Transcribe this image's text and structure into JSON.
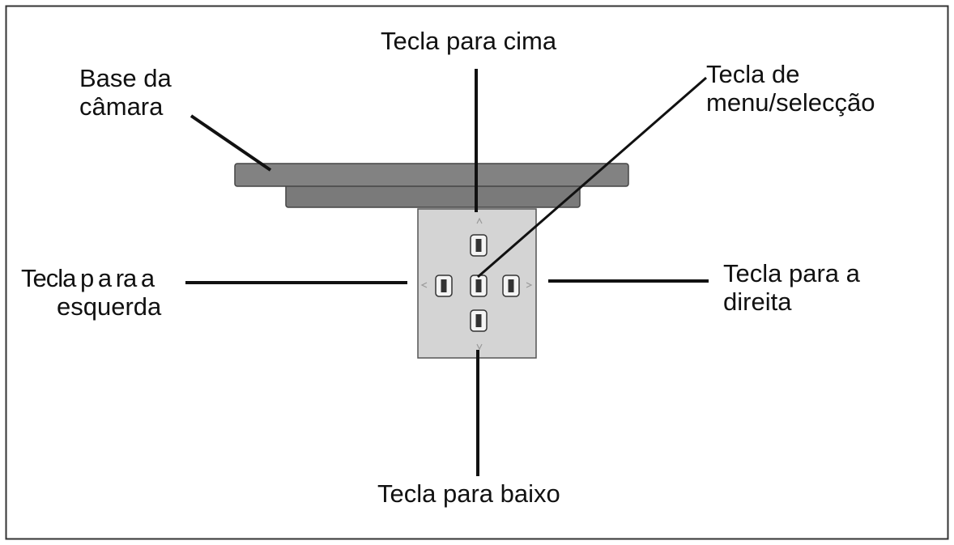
{
  "labels": {
    "camera_base": [
      "Base da",
      "câmara"
    ],
    "key_up": "Tecla para cima",
    "key_menu": [
      "Tecla de",
      "menu/selecção"
    ],
    "key_left": [
      "Tecla p a ra a",
      "esquerda"
    ],
    "key_right": [
      "Tecla para a",
      "direita"
    ],
    "key_down": "Tecla para baixo"
  },
  "colors": {
    "frame": "#333333",
    "base_fill": "#7d7d7d",
    "base_stroke": "#444444",
    "panel_fill": "#d4d4d4",
    "panel_stroke": "#555555",
    "key_fill": "#f4f4f4",
    "leader_line": "#111111"
  }
}
